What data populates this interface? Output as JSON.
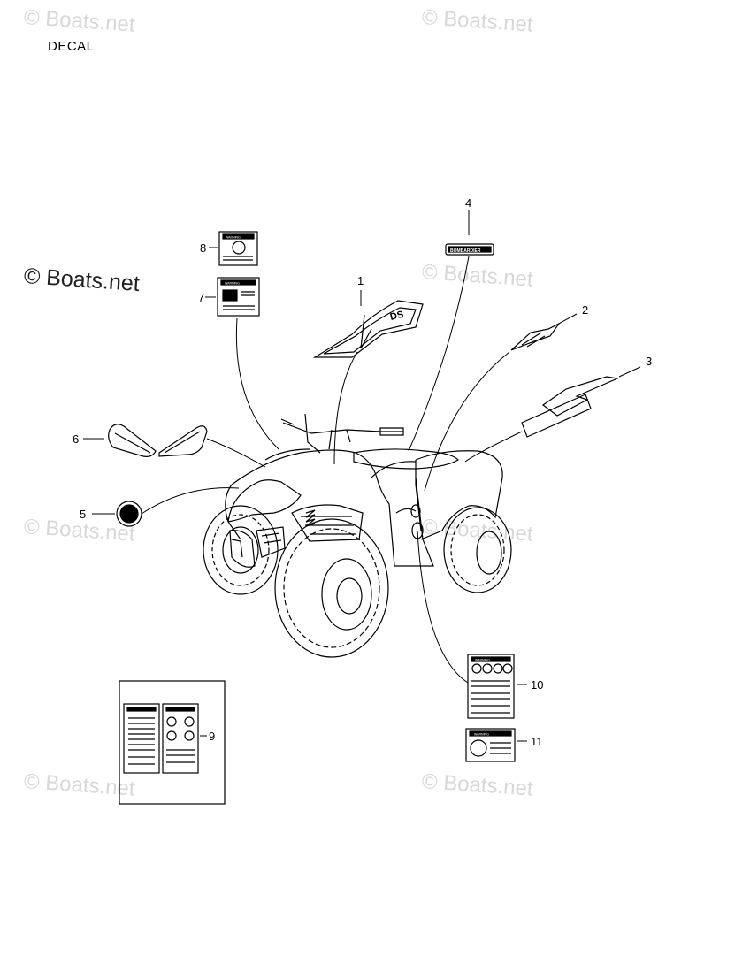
{
  "title": "DECAL",
  "watermark": "© Boats.net",
  "watermark_secondary": "Boats.net",
  "callouts": [
    {
      "id": "1",
      "label": "1"
    },
    {
      "id": "2",
      "label": "2"
    },
    {
      "id": "3",
      "label": "3"
    },
    {
      "id": "4",
      "label": "4"
    },
    {
      "id": "5",
      "label": "5"
    },
    {
      "id": "6",
      "label": "6"
    },
    {
      "id": "7",
      "label": "7"
    },
    {
      "id": "8",
      "label": "8"
    },
    {
      "id": "9",
      "label": "9"
    },
    {
      "id": "10",
      "label": "10"
    },
    {
      "id": "11",
      "label": "11"
    }
  ],
  "decal_text": {
    "model_badge": "DS",
    "brand_decal": "BOMBARDIER",
    "warning": "WARNING"
  },
  "colors": {
    "line": "#000000",
    "watermark": "#d8d8d8",
    "label_dark": "#222222"
  }
}
